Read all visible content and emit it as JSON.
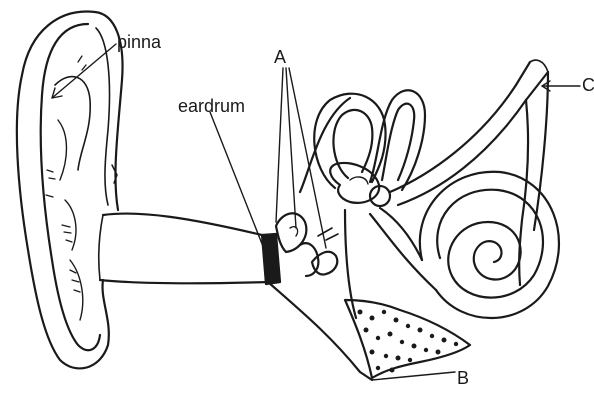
{
  "labels": {
    "pinna": "pinna",
    "eardrum": "eardrum",
    "a": "A",
    "b": "B",
    "c": "C"
  },
  "ink_color": "#1a1a1a"
}
